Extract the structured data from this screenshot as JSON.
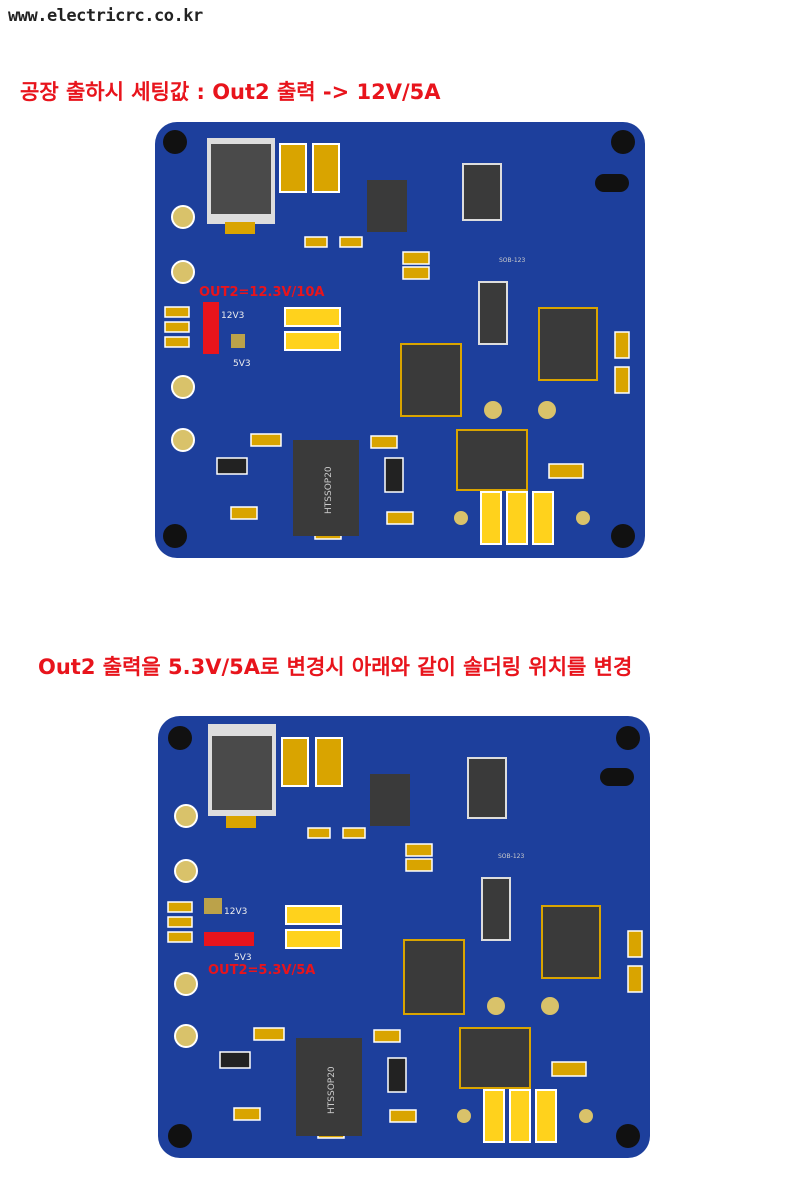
{
  "watermark": "www.electricrc.co.kr",
  "captions": {
    "factory": "공장 출하시 세팅값 : Out2 출력 -> 12V/5A",
    "change": "Out2 출력을 5.3V/5A로 변경시 아래와 같이 솔더링 위치를 변경"
  },
  "board1": {
    "jumper_note": "OUT2=12.3V/10A",
    "label_12v": "12V3",
    "label_5v": "5V3",
    "ic_label": "HTSSOP20",
    "small_part": "SOB-123"
  },
  "board2": {
    "jumper_note": "OUT2=5.3V/5A",
    "label_12v": "12V3",
    "label_5v": "5V3",
    "ic_label": "HTSSOP20",
    "small_part": "SOB-123"
  },
  "colors": {
    "pcb": "#1d3f9c",
    "pad_gold": "#d9a400",
    "pad_white": "#f2f2f2",
    "chip": "#3a3a3a",
    "highlight": "#e8141c"
  }
}
